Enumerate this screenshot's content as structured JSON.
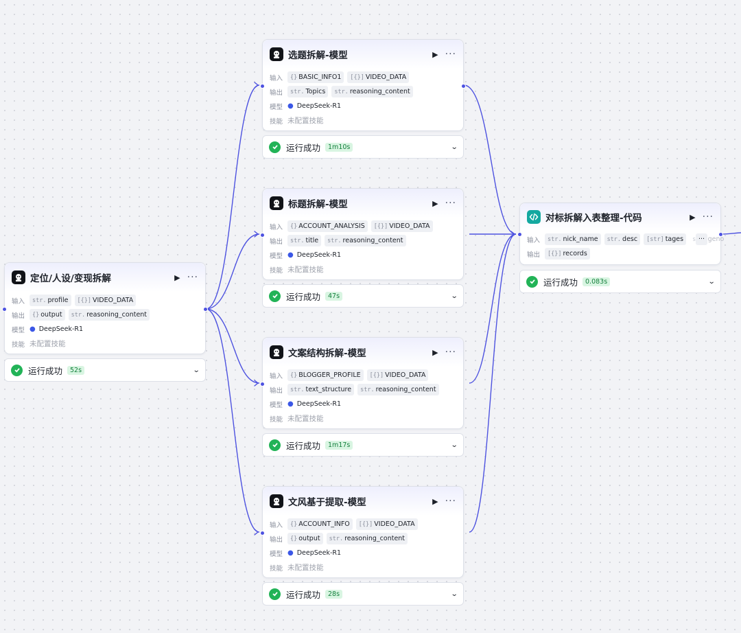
{
  "labels": {
    "input": "输入",
    "output": "输出",
    "model": "模型",
    "skill": "技能",
    "status": "运行成功",
    "more": "···"
  },
  "nodes": {
    "n0": {
      "title": "定位/人设/变现拆解",
      "inputs": [
        {
          "pfx": "str.",
          "name": "profile"
        },
        {
          "pfx": "[{}]",
          "name": "VIDEO_DATA"
        }
      ],
      "outputs": [
        {
          "pfx": "{}",
          "name": "output"
        },
        {
          "pfx": "str.",
          "name": "reasoning_content"
        }
      ],
      "model": "DeepSeek-R1",
      "skill": "未配置技能",
      "time": "52s"
    },
    "n1": {
      "title": "选题拆解-模型",
      "inputs": [
        {
          "pfx": "{}",
          "name": "BASIC_INFO1"
        },
        {
          "pfx": "[{}]",
          "name": "VIDEO_DATA"
        }
      ],
      "outputs": [
        {
          "pfx": "str.",
          "name": "Topics"
        },
        {
          "pfx": "str.",
          "name": "reasoning_content"
        }
      ],
      "model": "DeepSeek-R1",
      "skill": "未配置技能",
      "time": "1m10s"
    },
    "n2": {
      "title": "标题拆解-模型",
      "inputs": [
        {
          "pfx": "{}",
          "name": "ACCOUNT_ANALYSIS"
        },
        {
          "pfx": "[{}]",
          "name": "VIDEO_DATA"
        }
      ],
      "outputs": [
        {
          "pfx": "str.",
          "name": "title"
        },
        {
          "pfx": "str.",
          "name": "reasoning_content"
        }
      ],
      "model": "DeepSeek-R1",
      "skill": "未配置技能",
      "time": "47s"
    },
    "n3": {
      "title": "文案结构拆解-模型",
      "inputs": [
        {
          "pfx": "{}",
          "name": "BLOGGER_PROFILE"
        },
        {
          "pfx": "[{}]",
          "name": "VIDEO_DATA"
        }
      ],
      "outputs": [
        {
          "pfx": "str.",
          "name": "text_structure"
        },
        {
          "pfx": "str.",
          "name": "reasoning_content"
        }
      ],
      "model": "DeepSeek-R1",
      "skill": "未配置技能",
      "time": "1m17s"
    },
    "n4": {
      "title": "文风基于提取-模型",
      "inputs": [
        {
          "pfx": "{}",
          "name": "ACCOUNT_INFO"
        },
        {
          "pfx": "[{}]",
          "name": "VIDEO_DATA"
        }
      ],
      "outputs": [
        {
          "pfx": "{}",
          "name": "output"
        },
        {
          "pfx": "str.",
          "name": "reasoning_content"
        }
      ],
      "model": "DeepSeek-R1",
      "skill": "未配置技能",
      "time": "28s"
    },
    "n5": {
      "title": "对标拆解入表整理-代码",
      "inputs": [
        {
          "pfx": "str.",
          "name": "nick_name"
        },
        {
          "pfx": "str.",
          "name": "desc"
        },
        {
          "pfx": "[str]",
          "name": "tages"
        },
        {
          "pfx": "str.",
          "name": "geno"
        }
      ],
      "outputs": [
        {
          "pfx": "[{}]",
          "name": "records"
        }
      ],
      "time": "0.083s"
    }
  },
  "colors": {
    "edge": "#4d52e0",
    "success": "#22b357",
    "badge_bg": "#d9f5e2",
    "badge_text": "#15803d"
  }
}
